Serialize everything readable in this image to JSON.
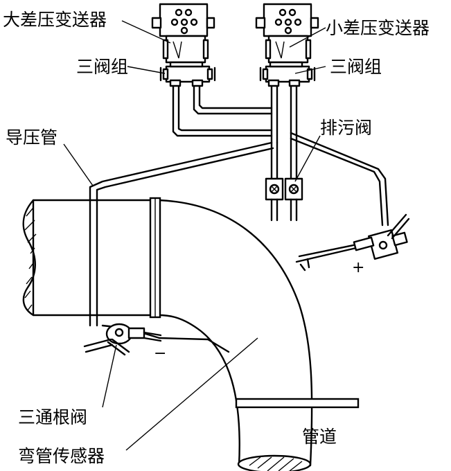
{
  "labels": {
    "large_dp_transmitter": "大差压变送器",
    "small_dp_transmitter": "小差压变送器",
    "three_valve_left": "三阀组",
    "three_valve_right": "三阀组",
    "drain_valve": "排污阀",
    "impulse_line": "导压管",
    "three_way_root_valve": "三通根阀",
    "elbow_sensor": "弯管传感器",
    "pipeline": "管道"
  },
  "signs": {
    "plus": "+",
    "minus": "−"
  }
}
